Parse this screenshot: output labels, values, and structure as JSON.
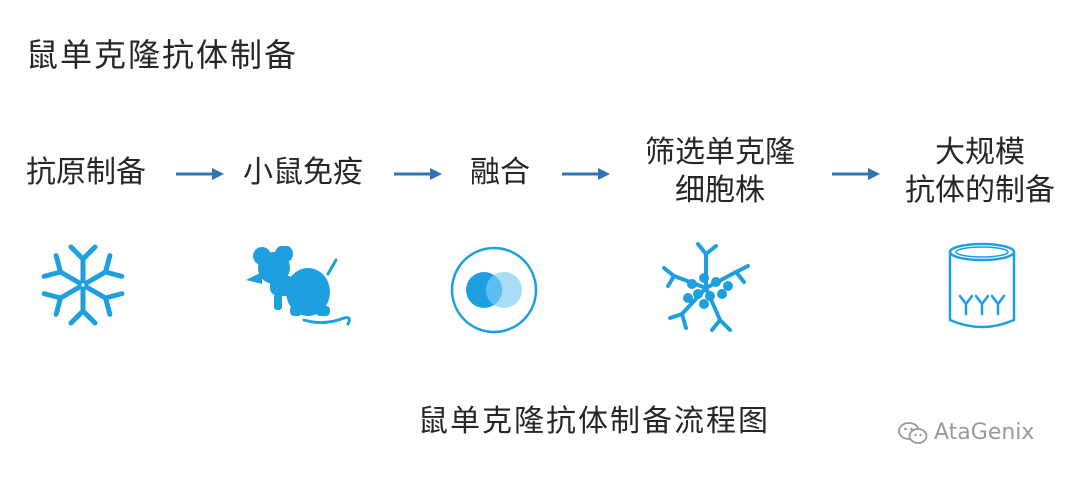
{
  "title": "鼠单克隆抗体制备",
  "steps": [
    {
      "lines": [
        "抗原制备"
      ],
      "icon": "antigen-snowflake-icon"
    },
    {
      "lines": [
        "小鼠免疫"
      ],
      "icon": "mouse-icon"
    },
    {
      "lines": [
        "融合"
      ],
      "icon": "cell-fusion-icon"
    },
    {
      "lines": [
        "筛选单克隆",
        "细胞株"
      ],
      "icon": "clone-screening-icon"
    },
    {
      "lines": [
        "大规模",
        "抗体的制备"
      ],
      "icon": "antibody-container-icon"
    }
  ],
  "arrow_icon": "right-arrow-icon",
  "caption": "鼠单克隆抗体制备流程图",
  "watermark": {
    "icon": "wechat-icon",
    "text": "AtaGenix"
  },
  "colors": {
    "accent": "#1e9fe0",
    "arrow": "#2f74b5",
    "text": "#262626",
    "watermark": "#9a9a9a"
  }
}
